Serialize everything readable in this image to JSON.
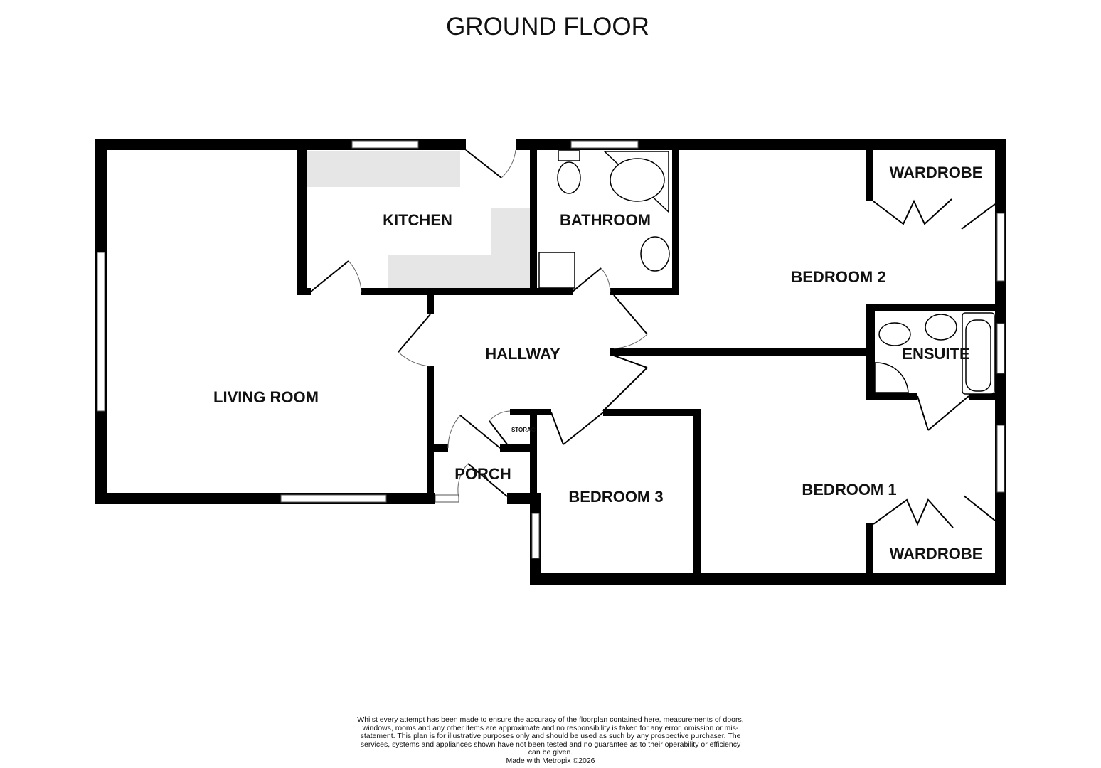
{
  "title": "GROUND FLOOR",
  "rooms": {
    "kitchen": "KITCHEN",
    "bathroom": "BATHROOM",
    "wardrobe_top": "WARDROBE",
    "bedroom2": "BEDROOM 2",
    "ensuite": "ENSUITE",
    "hallway": "HALLWAY",
    "living_room": "LIVING ROOM",
    "storage": "STORAG",
    "porch": "PORCH",
    "bedroom3": "BEDROOM 3",
    "bedroom1": "BEDROOM 1",
    "wardrobe_bottom": "WARDROBE"
  },
  "disclaimer": {
    "text": "Whilst every attempt has been made to ensure the accuracy of the floorplan contained here, measurements of doors, windows, rooms and any other items are approximate and no responsibility is taken for any error, omission or mis-statement. This plan is for illustrative purposes only and should be used as such by any prospective purchaser. The services, systems and appliances shown have not been tested and no guarantee as to their operability or efficiency can be given.",
    "credit": "Made with Metropix ©2026"
  }
}
